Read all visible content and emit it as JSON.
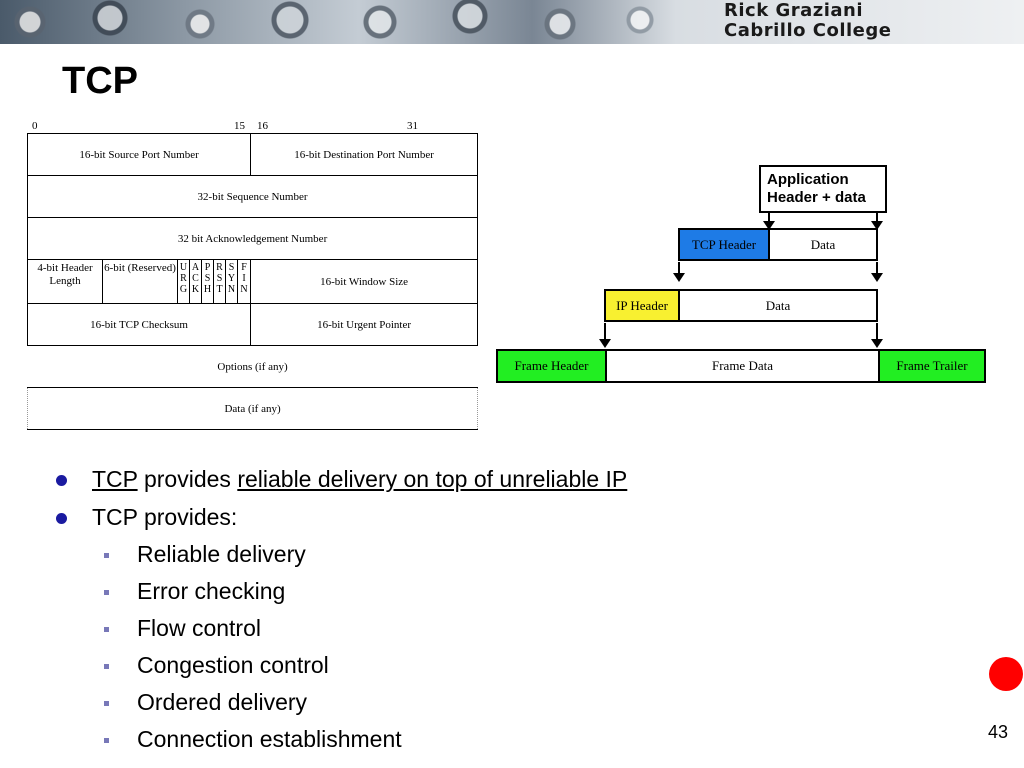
{
  "banner": {
    "name_line1": "Rick Graziani",
    "name_line2": "Cabrillo College"
  },
  "slide": {
    "title": "TCP",
    "page_number": "43"
  },
  "tcp_header": {
    "bit_labels": [
      "0",
      "15",
      "16",
      "31"
    ],
    "source_port": "16-bit Source Port Number",
    "dest_port": "16-bit Destination Port Number",
    "sequence": "32-bit Sequence Number",
    "ack": "32 bit Acknowledgement Number",
    "header_length": "4-bit Header Length",
    "reserved": "6-bit (Reserved)",
    "flags": [
      "U R G",
      "A C K",
      "P S H",
      "R S T",
      "S Y N",
      "F I N"
    ],
    "window": "16-bit Window Size",
    "checksum": "16-bit TCP Checksum",
    "urgent": "16-bit Urgent Pointer",
    "options": "Options (if any)",
    "data": "Data (if any)"
  },
  "encapsulation": {
    "app": "Application Header + data",
    "tcp_header": "TCP Header",
    "tcp_data": "Data",
    "ip_header": "IP Header",
    "ip_data": "Data",
    "frame_header": "Frame Header",
    "frame_data": "Frame Data",
    "frame_trailer": "Frame Trailer",
    "colors": {
      "tcp": "#1e7be6",
      "ip": "#f8f030",
      "frame": "#22ee22"
    }
  },
  "bullets": {
    "b1_part1": "TCP",
    "b1_part2": " provides ",
    "b1_part3": "reliable delivery on top of unreliable IP",
    "b2": "TCP provides:",
    "sub": [
      "Reliable delivery",
      "Error checking",
      "Flow control",
      "Congestion control",
      "Ordered delivery",
      "Connection establishment"
    ]
  }
}
